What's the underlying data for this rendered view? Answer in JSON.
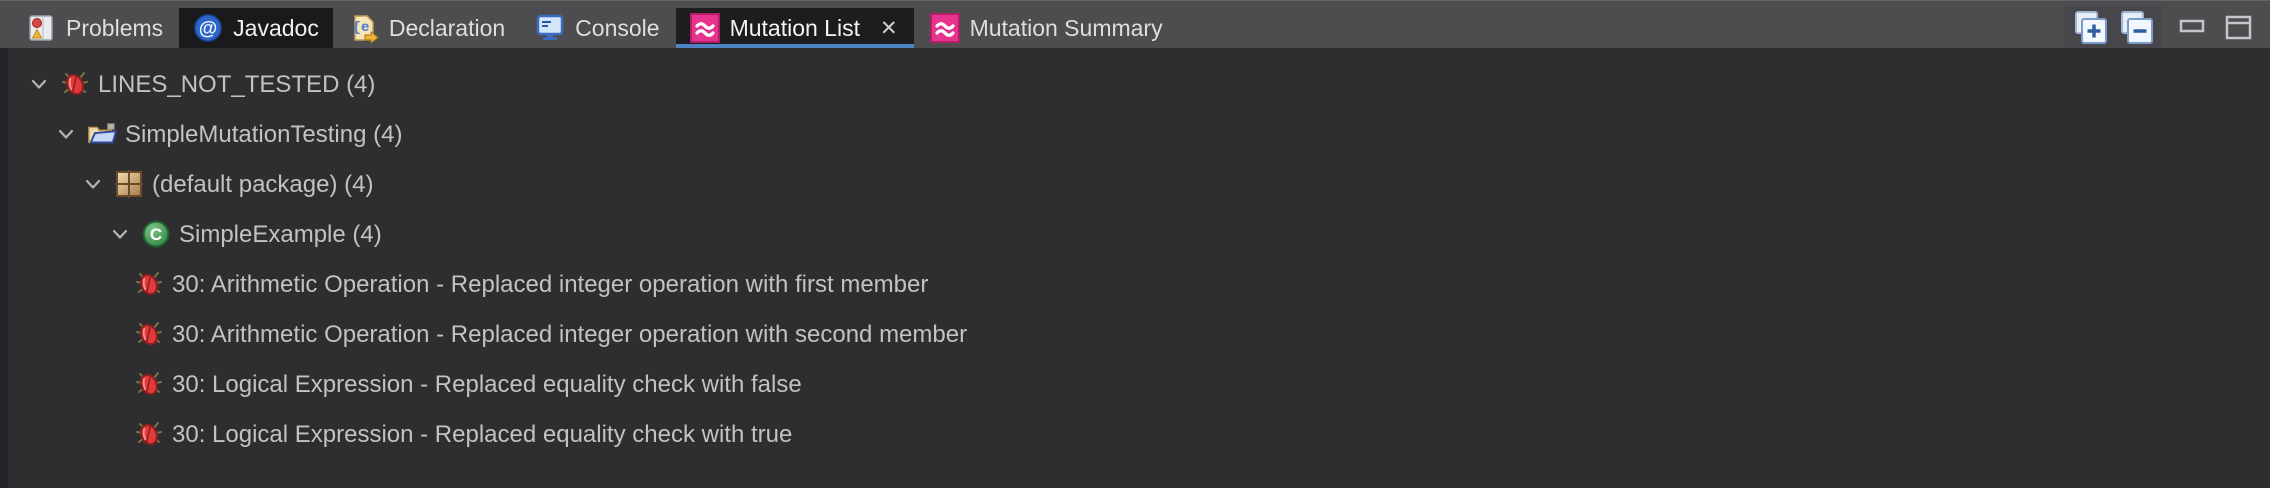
{
  "colors": {
    "tabbar_background": "#4d4d50",
    "panel_background": "#2e2e30",
    "active_tab_underline": "#4f83c4",
    "mutation_icon_pink": "#e7338c",
    "bug_red": "#e13a3a",
    "tree_text": "#c2c2c4"
  },
  "tabbar": {
    "tabs": [
      {
        "label": "Problems",
        "icon": "problems-icon",
        "state": "normal"
      },
      {
        "label": "Javadoc",
        "icon": "javadoc-icon",
        "state": "selected-inactive"
      },
      {
        "label": "Declaration",
        "icon": "declaration-icon",
        "state": "normal"
      },
      {
        "label": "Console",
        "icon": "console-icon",
        "state": "normal"
      },
      {
        "label": "Mutation List",
        "icon": "mutation-icon",
        "state": "active",
        "closable": true,
        "close_glyph": "✕"
      },
      {
        "label": "Mutation Summary",
        "icon": "mutation-icon",
        "state": "normal"
      }
    ],
    "toolbar": [
      {
        "name": "expand-all"
      },
      {
        "name": "collapse-all"
      },
      {
        "name": "minimize"
      },
      {
        "name": "maximize"
      }
    ]
  },
  "tree": {
    "rows": [
      {
        "indent": 0,
        "chevron": true,
        "icon": "bug-icon",
        "label": "LINES_NOT_TESTED (4)"
      },
      {
        "indent": 1,
        "chevron": true,
        "icon": "project-folder-icon",
        "label": "SimpleMutationTesting (4)"
      },
      {
        "indent": 2,
        "chevron": true,
        "icon": "package-icon",
        "label": "(default package) (4)"
      },
      {
        "indent": 3,
        "chevron": true,
        "icon": "class-icon",
        "label": "SimpleExample (4)"
      },
      {
        "indent": 4,
        "chevron": false,
        "icon": "bug-icon",
        "label": "30: Arithmetic Operation - Replaced integer operation with first member"
      },
      {
        "indent": 4,
        "chevron": false,
        "icon": "bug-icon",
        "label": "30: Arithmetic Operation - Replaced integer operation with second member"
      },
      {
        "indent": 4,
        "chevron": false,
        "icon": "bug-icon",
        "label": "30: Logical Expression - Replaced equality check with false"
      },
      {
        "indent": 4,
        "chevron": false,
        "icon": "bug-icon",
        "label": "30: Logical Expression - Replaced equality check with true"
      }
    ]
  }
}
